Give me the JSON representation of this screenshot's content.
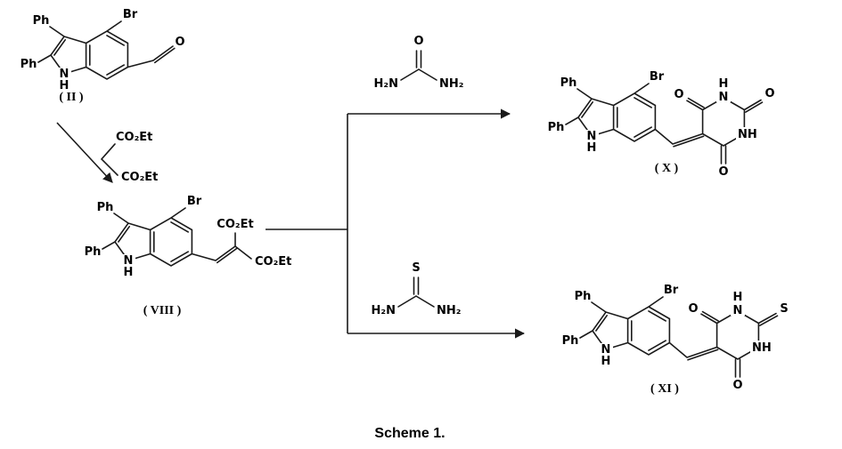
{
  "caption": "Scheme 1.",
  "atoms": {
    "ph": "Ph",
    "br": "Br",
    "n": "N",
    "h": "H",
    "o": "O",
    "s": "S",
    "nh": "NH",
    "co2et": "CO₂Et",
    "h2n": "H₂N",
    "nh2": "NH₂"
  },
  "compounds": {
    "ii": {
      "label": "( II )"
    },
    "viii": {
      "label": "( VIII )"
    },
    "x": {
      "label": "( X )"
    },
    "xi": {
      "label": "( XI )"
    }
  },
  "colors": {
    "bond": "#1a1a1a",
    "text": "#000000",
    "background": "#ffffff"
  }
}
